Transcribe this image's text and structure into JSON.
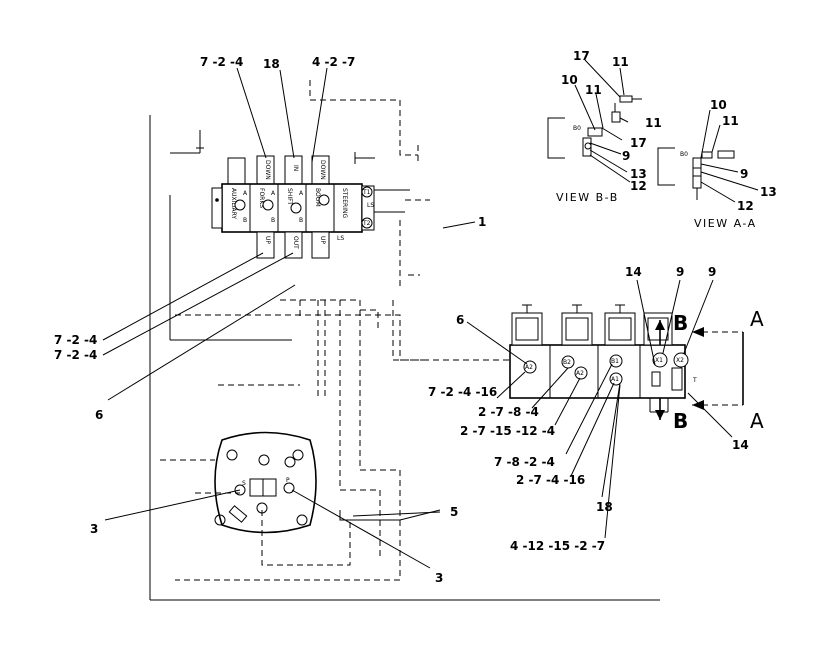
{
  "callouts": [
    {
      "id": "c-7-2-4-top",
      "text": "7 -2 -4"
    },
    {
      "id": "c-18-top",
      "text": "18"
    },
    {
      "id": "c-4-2-7",
      "text": "4 -2 -7"
    },
    {
      "id": "c-1",
      "text": "1"
    },
    {
      "id": "c-7-2-4-l1",
      "text": "7 -2 -4"
    },
    {
      "id": "c-7-2-4-l2",
      "text": "7 -2 -4"
    },
    {
      "id": "c-6-left",
      "text": "6"
    },
    {
      "id": "c-3-left",
      "text": "3"
    },
    {
      "id": "c-3-bottom",
      "text": "3"
    },
    {
      "id": "c-5",
      "text": "5"
    },
    {
      "id": "c-6-right",
      "text": "6"
    },
    {
      "id": "c-7-2-4-16",
      "text": "7 -2 -4 -16"
    },
    {
      "id": "c-2-7-8-4",
      "text": "2 -7 -8 -4"
    },
    {
      "id": "c-2-7-15-12-4",
      "text": "2 -7 -15 -12 -4"
    },
    {
      "id": "c-7-8-2-4",
      "text": "7 -8 -2 -4"
    },
    {
      "id": "c-2-7-4-16",
      "text": "2 -7 -4 -16"
    },
    {
      "id": "c-18-bottom",
      "text": "18"
    },
    {
      "id": "c-4-12-15-2-7",
      "text": "4 -12 -15 -2 -7"
    },
    {
      "id": "c-14-top",
      "text": "14"
    },
    {
      "id": "c-9-a",
      "text": "9"
    },
    {
      "id": "c-9-b",
      "text": "9"
    },
    {
      "id": "c-14-bottom",
      "text": "14"
    },
    {
      "id": "c-bb-17-a",
      "text": "17"
    },
    {
      "id": "c-bb-11-a",
      "text": "11"
    },
    {
      "id": "c-bb-10",
      "text": "10"
    },
    {
      "id": "c-bb-11-b",
      "text": "11"
    },
    {
      "id": "c-bb-11-c",
      "text": "11"
    },
    {
      "id": "c-bb-17-b",
      "text": "17"
    },
    {
      "id": "c-bb-9",
      "text": "9"
    },
    {
      "id": "c-bb-13",
      "text": "13"
    },
    {
      "id": "c-bb-12",
      "text": "12"
    },
    {
      "id": "c-aa-10",
      "text": "10"
    },
    {
      "id": "c-aa-11",
      "text": "11"
    },
    {
      "id": "c-aa-9",
      "text": "9"
    },
    {
      "id": "c-aa-13",
      "text": "13"
    },
    {
      "id": "c-aa-12",
      "text": "12"
    }
  ],
  "views": {
    "bb": "VIEW B-B",
    "aa": "VIEW A-A"
  },
  "section_marks": {
    "a_top": "A",
    "a_bottom": "A",
    "b_top": "B",
    "b_bottom": "B"
  },
  "valve_bank": {
    "top_labels": [
      "DOWN",
      "IN",
      "DOWN"
    ],
    "section_labels": [
      "AUXILIARY",
      "FORKS",
      "SHIFT",
      "BOOM",
      "STEERING"
    ],
    "ports": [
      "A",
      "B",
      "A",
      "B",
      "A",
      "B",
      "T1",
      "T2"
    ],
    "bottom_labels": [
      "UP",
      "OUT",
      "UP"
    ],
    "ls_label": "LS",
    "ls_label_right": "LS"
  },
  "manifold": {
    "ports": [
      "A2",
      "B2",
      "A2",
      "B1",
      "A1",
      "X1",
      "X2"
    ],
    "t_label": "T"
  },
  "pump_ports": [
    "S",
    "P"
  ]
}
